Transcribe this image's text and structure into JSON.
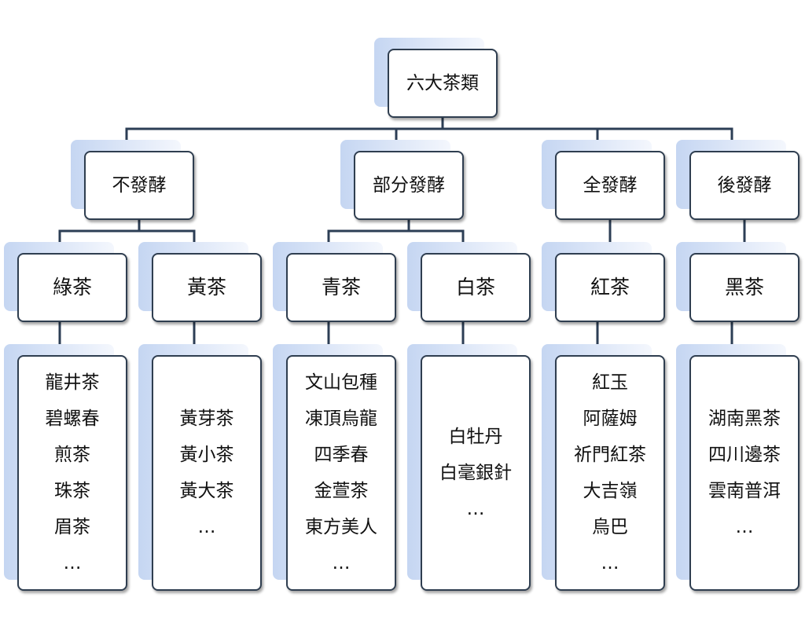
{
  "root": {
    "label": "六大茶類"
  },
  "categories": [
    {
      "label": "不發酵",
      "subtypes": [
        {
          "label": "綠茶",
          "teas": [
            "龍井茶",
            "碧螺春",
            "煎茶",
            "珠茶",
            "眉茶",
            "…"
          ]
        },
        {
          "label": "黃茶",
          "teas": [
            "黃芽茶",
            "黃小茶",
            "黃大茶",
            "…"
          ]
        }
      ]
    },
    {
      "label": "部分發酵",
      "subtypes": [
        {
          "label": "青茶",
          "teas": [
            "文山包種",
            "凍頂烏龍",
            "四季春",
            "金萱茶",
            "東方美人",
            "…"
          ]
        },
        {
          "label": "白茶",
          "teas": [
            "白牡丹",
            "白毫銀針",
            "…"
          ]
        }
      ]
    },
    {
      "label": "全發酵",
      "subtypes": [
        {
          "label": "紅茶",
          "teas": [
            "紅玉",
            "阿薩姆",
            "祈門紅茶",
            "大吉嶺",
            "烏巴",
            "…"
          ]
        }
      ]
    },
    {
      "label": "後發酵",
      "subtypes": [
        {
          "label": "黑茶",
          "teas": [
            "湖南黑茶",
            "四川邊茶",
            "雲南普洱",
            "…"
          ]
        }
      ]
    }
  ]
}
